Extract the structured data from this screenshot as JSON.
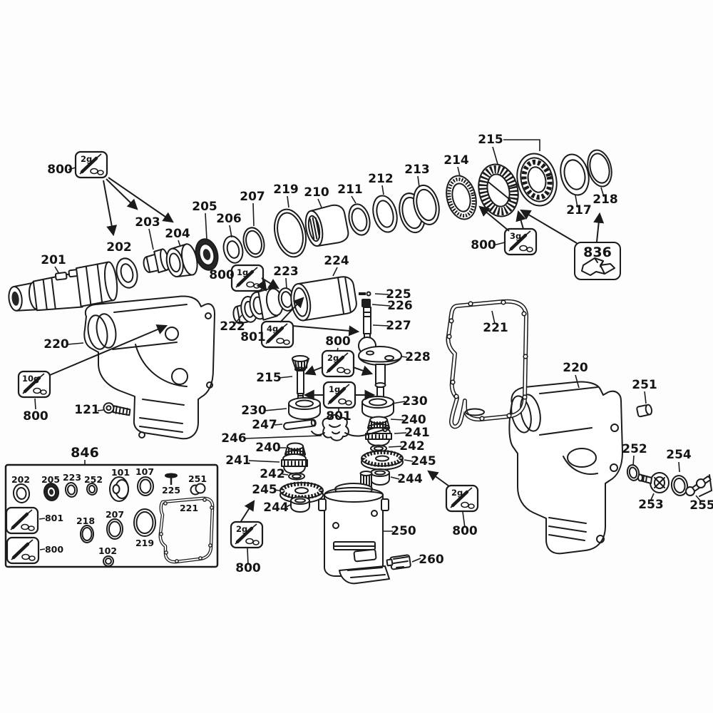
{
  "figure": {
    "type": "exploded-parts-diagram",
    "subject": "rotary hammer gearbox exploded view",
    "background": "#fdfdfd",
    "line_color": "#1b1b1b"
  },
  "labels": {
    "l101": "101",
    "l102": "102",
    "l107": "107",
    "l121": "121",
    "l201": "201",
    "l202": "202",
    "l203": "203",
    "l204": "204",
    "l205": "205",
    "l206": "206",
    "l207": "207",
    "l210": "210",
    "l211": "211",
    "l212": "212",
    "l213": "213",
    "l214": "214",
    "l215": "215",
    "l217": "217",
    "l218": "218",
    "l219": "219",
    "l220": "220",
    "l221": "221",
    "l222": "222",
    "l223": "223",
    "l224": "224",
    "l225": "225",
    "l226": "226",
    "l227": "227",
    "l228": "228",
    "l230": "230",
    "l240": "240",
    "l241": "241",
    "l242": "242",
    "l244": "244",
    "l245": "245",
    "l246": "246",
    "l247": "247",
    "l250": "250",
    "l251": "251",
    "l252": "252",
    "l253": "253",
    "l254": "254",
    "l255": "255",
    "l260": "260",
    "l800": "800",
    "l801": "801",
    "l836": "836",
    "l846": "846",
    "g1": "1g",
    "g2": "2g",
    "g3": "3g",
    "g4": "4g",
    "g10": "10g"
  },
  "parts_visible": [
    "101",
    "102",
    "107",
    "121",
    "201",
    "202",
    "203",
    "204",
    "205",
    "206",
    "207",
    "210",
    "211",
    "212",
    "213",
    "214",
    "215",
    "217",
    "218",
    "219",
    "220",
    "221",
    "222",
    "223",
    "224",
    "225",
    "226",
    "227",
    "228",
    "230",
    "240",
    "241",
    "242",
    "244",
    "245",
    "246",
    "247",
    "250",
    "251",
    "252",
    "253",
    "254",
    "255",
    "260",
    "800",
    "801",
    "836",
    "846"
  ],
  "service_kits": {
    "846": [
      "202",
      "205",
      "223",
      "252",
      "101",
      "107",
      "225",
      "251",
      "801",
      "800",
      "218",
      "207",
      "219",
      "102",
      "221"
    ],
    "836": []
  },
  "grease_callouts": [
    {
      "ref": "800",
      "amount": "2g",
      "targets": [
        "202",
        "203",
        "204"
      ]
    },
    {
      "ref": "800",
      "amount": "1g",
      "targets": [
        "222",
        "223"
      ]
    },
    {
      "ref": "801",
      "amount": "4g",
      "targets": [
        "224",
        "227"
      ]
    },
    {
      "ref": "800",
      "amount": "3g",
      "targets": [
        "215"
      ]
    },
    {
      "ref": "800",
      "amount": "10g",
      "targets": [
        "220"
      ]
    },
    {
      "ref": "800",
      "amount": "2g",
      "targets": [
        "215",
        "228"
      ]
    },
    {
      "ref": "801",
      "amount": "1g",
      "targets": [
        "215",
        "228"
      ]
    },
    {
      "ref": "800",
      "amount": "2g",
      "targets": [
        "245"
      ]
    },
    {
      "ref": "800",
      "amount": "2g",
      "targets": [
        "245"
      ]
    }
  ]
}
